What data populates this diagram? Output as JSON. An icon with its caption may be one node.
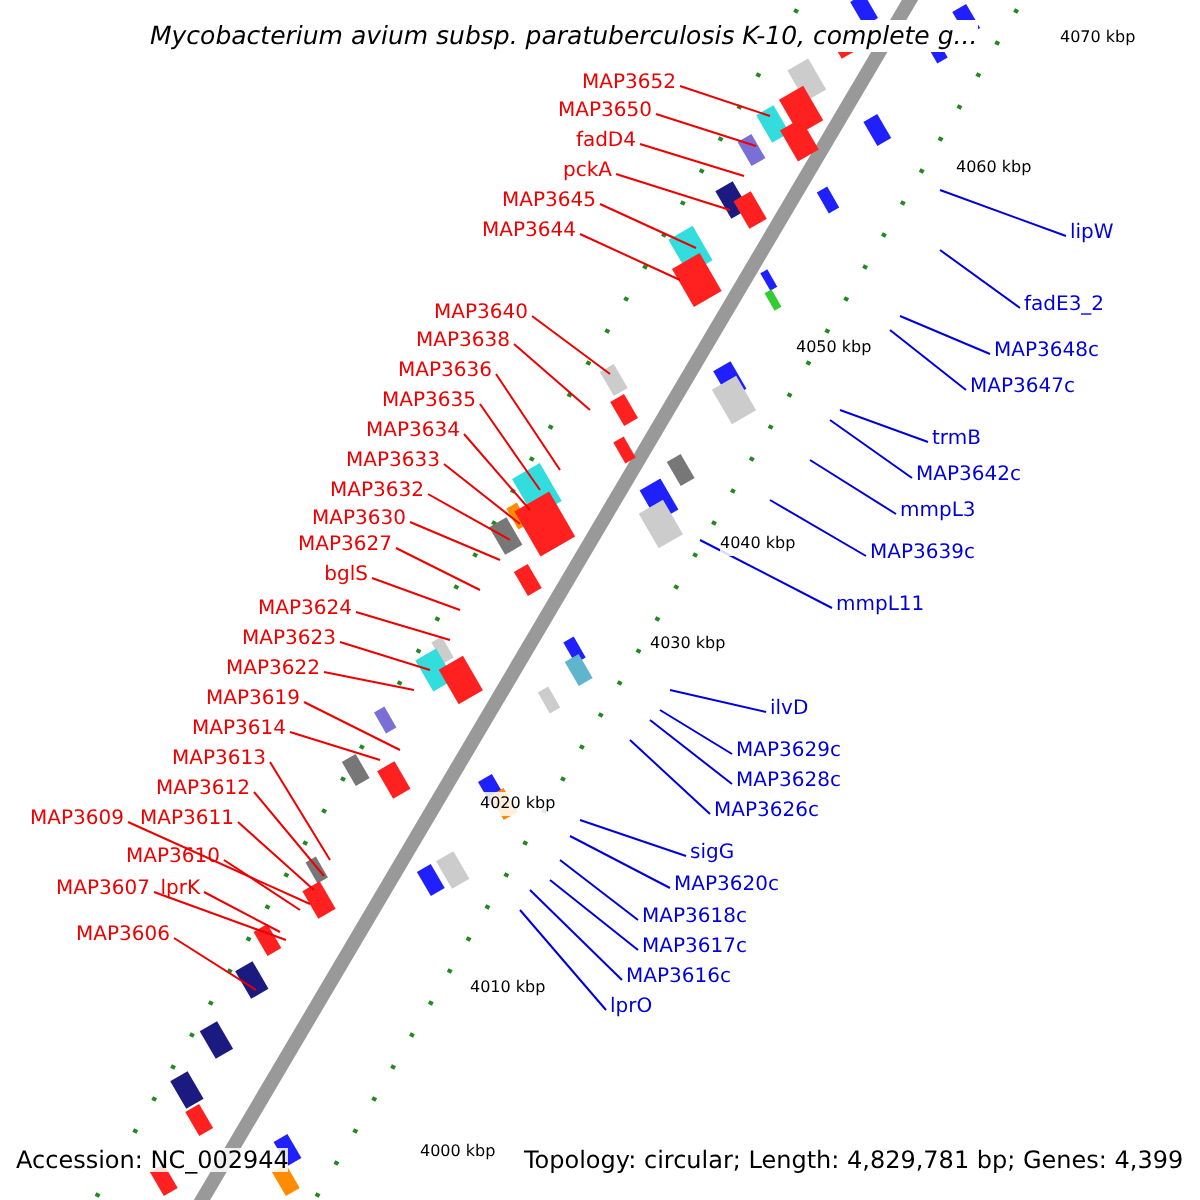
{
  "diagram": {
    "title": "Mycobacterium avium subsp. paratuberculosis K-10, complete g...",
    "nodes": [
      {
        "text": [
          "MAP3652"
        ]
      },
      {
        "text": [
          "MAP3650"
        ]
      },
      {
        "text": [
          "fadD4"
        ]
      },
      {
        "text": [
          "pckA"
        ]
      },
      {
        "text": [
          "MAP3645"
        ]
      },
      {
        "text": [
          "MAP3644"
        ]
      },
      {
        "text": [
          "MAP3640"
        ]
      },
      {
        "text": [
          "MAP3638"
        ]
      },
      {
        "text": [
          "MAP3636"
        ]
      },
      {
        "text": [
          "MAP3635"
        ]
      },
      {
        "text": [
          "MAP3634"
        ]
      },
      {
        "text": [
          "MAP3633"
        ]
      },
      {
        "text": [
          "MAP3632"
        ]
      },
      {
        "text": [
          "MAP3630"
        ]
      },
      {
        "text": [
          "MAP3627"
        ]
      },
      {
        "text": [
          "bglS"
        ]
      },
      {
        "text": [
          "MAP3624"
        ]
      },
      {
        "text": [
          "MAP3623"
        ]
      },
      {
        "text": [
          "MAP3622"
        ]
      },
      {
        "text": [
          "MAP3619"
        ]
      },
      {
        "text": [
          "MAP3614"
        ]
      },
      {
        "text": [
          "MAP3613"
        ]
      },
      {
        "text": [
          "MAP3612"
        ]
      },
      {
        "text": [
          "MAP3609"
        ]
      },
      {
        "text": [
          "MAP3611"
        ]
      },
      {
        "text": [
          "MAP3610"
        ]
      },
      {
        "text": [
          "MAP3607"
        ]
      },
      {
        "text": [
          "lprK"
        ]
      },
      {
        "text": [
          "MAP3606"
        ]
      },
      {
        "text": [
          "lipW"
        ]
      },
      {
        "text": [
          "fadE3_2"
        ]
      },
      {
        "text": [
          "MAP3648c"
        ]
      },
      {
        "text": [
          "MAP3647c"
        ]
      },
      {
        "text": [
          "trmB"
        ]
      },
      {
        "text": [
          "MAP3642c"
        ]
      },
      {
        "text": [
          "mmpL3"
        ]
      },
      {
        "text": [
          "MAP3639c"
        ]
      },
      {
        "text": [
          "mmpL11"
        ]
      },
      {
        "text": [
          "ilvD"
        ]
      },
      {
        "text": [
          "MAP3629c"
        ]
      },
      {
        "text": [
          "MAP3628c"
        ]
      },
      {
        "text": [
          "MAP3626c"
        ]
      },
      {
        "text": [
          "sigG"
        ]
      },
      {
        "text": [
          "MAP3620c"
        ]
      },
      {
        "text": [
          "MAP3618c"
        ]
      },
      {
        "text": [
          "MAP3617c"
        ]
      },
      {
        "text": [
          "MAP3616c"
        ]
      },
      {
        "text": [
          "lprO"
        ]
      }
    ],
    "edges": [
      {
        "from": 0,
        "to": null,
        "arrow": "none"
      },
      {
        "from": 1,
        "to": null,
        "arrow": "none"
      },
      {
        "from": 2,
        "to": null,
        "arrow": "none"
      },
      {
        "from": 3,
        "to": null,
        "arrow": "none"
      },
      {
        "from": 4,
        "to": null,
        "arrow": "none"
      },
      {
        "from": 5,
        "to": null,
        "arrow": "none"
      },
      {
        "from": 6,
        "to": null,
        "arrow": "none"
      },
      {
        "from": 7,
        "to": null,
        "arrow": "none"
      },
      {
        "from": 8,
        "to": null,
        "arrow": "none"
      },
      {
        "from": 9,
        "to": null,
        "arrow": "none"
      },
      {
        "from": 10,
        "to": null,
        "arrow": "none"
      },
      {
        "from": 11,
        "to": null,
        "arrow": "none"
      },
      {
        "from": 12,
        "to": null,
        "arrow": "none"
      },
      {
        "from": 13,
        "to": null,
        "arrow": "none"
      },
      {
        "from": 14,
        "to": null,
        "arrow": "none"
      },
      {
        "from": 15,
        "to": null,
        "arrow": "none"
      },
      {
        "from": 16,
        "to": null,
        "arrow": "none"
      },
      {
        "from": 17,
        "to": null,
        "arrow": "none"
      },
      {
        "from": 18,
        "to": null,
        "arrow": "none"
      },
      {
        "from": 19,
        "to": null,
        "arrow": "none"
      },
      {
        "from": 20,
        "to": null,
        "arrow": "none"
      },
      {
        "from": 21,
        "to": null,
        "arrow": "none"
      },
      {
        "from": 22,
        "to": null,
        "arrow": "none"
      },
      {
        "from": 23,
        "to": null,
        "arrow": "none"
      },
      {
        "from": 24,
        "to": null,
        "arrow": "none"
      },
      {
        "from": 25,
        "to": null,
        "arrow": "none"
      },
      {
        "from": 26,
        "to": null,
        "arrow": "none"
      },
      {
        "from": 27,
        "to": null,
        "arrow": "none"
      },
      {
        "from": 28,
        "to": null,
        "arrow": "none"
      },
      {
        "from": 29,
        "to": null,
        "arrow": "none",
        "color": "#0000dd"
      },
      {
        "from": 30,
        "to": null,
        "arrow": "none",
        "color": "#0000dd"
      },
      {
        "from": 31,
        "to": null,
        "arrow": "none",
        "color": "#0000dd"
      },
      {
        "from": 32,
        "to": null,
        "arrow": "none",
        "color": "#0000dd"
      },
      {
        "from": 33,
        "to": null,
        "arrow": "none",
        "color": "#0000dd"
      },
      {
        "from": 34,
        "to": null,
        "arrow": "none",
        "color": "#0000dd"
      },
      {
        "from": 35,
        "to": null,
        "arrow": "none",
        "color": "#0000dd"
      },
      {
        "from": 36,
        "to": null,
        "arrow": "none",
        "color": "#0000dd"
      },
      {
        "from": 37,
        "to": null,
        "arrow": "none",
        "color": "#0000dd"
      },
      {
        "from": 38,
        "to": null,
        "arrow": "none",
        "color": "#0000dd"
      },
      {
        "from": 39,
        "to": null,
        "arrow": "none",
        "color": "#0000dd"
      },
      {
        "from": 40,
        "to": null,
        "arrow": "none",
        "color": "#0000dd"
      },
      {
        "from": 41,
        "to": null,
        "arrow": "none",
        "color": "#0000dd"
      },
      {
        "from": 42,
        "to": null,
        "arrow": "none",
        "color": "#0000dd"
      },
      {
        "from": 43,
        "to": null,
        "arrow": "none",
        "color": "#0000dd"
      },
      {
        "from": 44,
        "to": null,
        "arrow": "none",
        "color": "#0000dd"
      },
      {
        "from": 45,
        "to": null,
        "arrow": "none",
        "color": "#0000dd"
      },
      {
        "from": 46,
        "to": null,
        "arrow": "none",
        "color": "#0000dd"
      },
      {
        "from": 47,
        "to": null,
        "arrow": "none",
        "color": "#0000dd"
      }
    ],
    "labels": [
      "4070 kbp",
      "4060 kbp",
      "4050 kbp",
      "4040 kbp",
      "4030 kbp",
      "4020 kbp",
      "4010 kbp",
      "4000 kbp",
      "Accession: NC_002944",
      "Topology: circular; Length: 4,829,781 bp; Genes: 4,399"
    ]
  }
}
